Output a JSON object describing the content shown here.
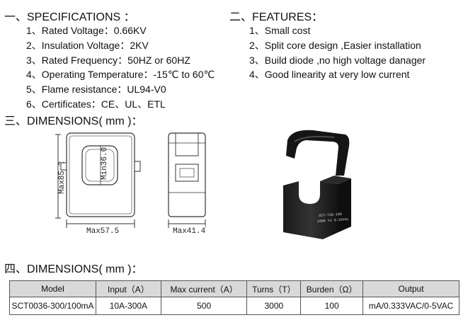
{
  "specifications": {
    "heading": "一、SPECIFICATIONS ：",
    "items": [
      "1、Rated Voltage：0.66KV",
      "2、Insulation Voltage：2KV",
      "3、Rated Frequency：50HZ or 60HZ",
      "4、Operating Temperature：-15℃ to 60℃",
      "5、Flame resistance：UL94-V0",
      "6、Certificates：CE、UL、ETL"
    ]
  },
  "features": {
    "heading": "二、FEATURES：",
    "items": [
      "1、Small cost",
      "2、Split core design ,Easier installation",
      "3、Build diode ,no high voltage danager",
      "4、Good linearity at very low current"
    ]
  },
  "dimensions_drawing": {
    "heading": "三、DIMENSIONS( mm )：",
    "max_height_label": "Max85.2",
    "min_window_label": "Min36.0",
    "max_width_label": "Max57.5",
    "max_depth_label": "Max41.4",
    "product_label_line1": "SCT-T36-100",
    "product_label_line2": "100A to 0.33Vac"
  },
  "dimensions_table": {
    "heading": "四、DIMENSIONS( mm )：",
    "columns": [
      "Model",
      "Input（A）",
      "Max current（A）",
      "Turns（T）",
      "Burden（Ω）",
      "Output"
    ],
    "rows": [
      [
        "SCT0036-300/100mA",
        "10A-300A",
        "500",
        "3000",
        "100",
        "mA/0.333VAC/0-5VAC"
      ]
    ]
  }
}
